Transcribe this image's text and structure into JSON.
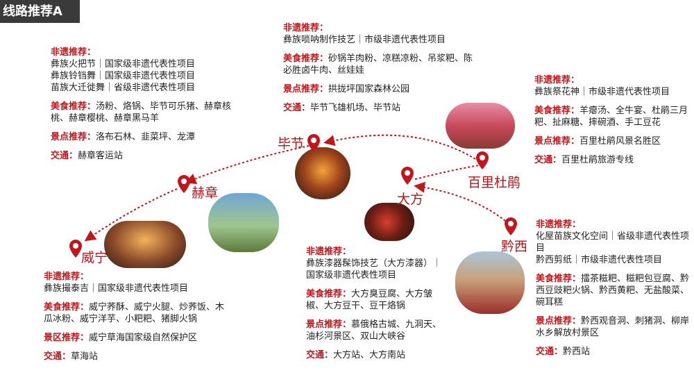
{
  "title": "线路推荐A",
  "colors": {
    "accent": "#c3161c",
    "title_bg": "#3a3a3a"
  },
  "labels": {
    "heritage": "非遗推荐：",
    "food": "美食推荐：",
    "scenic": "景点推荐：",
    "scenic_area": "景区推荐：",
    "transport": "交通："
  },
  "cities": {
    "hezhang": "赫章",
    "weining": "威宁",
    "bijie": "毕节",
    "dafang": "大方",
    "baili": "百里杜鹃",
    "qianxi": "黔西"
  },
  "hezhang": {
    "heritage": [
      "彝族火把节｜国家级非遗代表性项目",
      "彝族铃铛舞｜国家级非遗代表性项目",
      "苗族大迁徙舞｜省级非遗代表性项目"
    ],
    "food": "汤粉、烙锅、毕节可乐猪、赫章核桃、赫章樱桃、赫章黑马羊",
    "scenic": "洛布石林、韭菜坪、龙潭",
    "transport": "赫章客运站"
  },
  "weining": {
    "heritage": "彝族撮泰吉｜国家级非遗代表性项目",
    "food": "威宁荞酥、威宁火腿、炒荞饭、木瓜冰粉、威宁洋芋、小粑粑、猪脚火锅",
    "scenic": "威宁草海国家级自然保护区",
    "transport": "草海站"
  },
  "bijie": {
    "heritage": "彝族唢呐制作技艺｜市级非遗代表性项目",
    "food": "砂锅羊肉粉、凉糕凉粉、吊浆粑、陈必胜卤牛肉、丝娃娃",
    "scenic": "拱拢坪国家森林公园",
    "transport": "毕节飞雄机场、毕节站"
  },
  "dafang": {
    "heritage": "彝族漆器髹饰技艺（大方漆器）｜国家级非遗代表性项目",
    "food": "大方臭豆腐、大方皱椒、大方豆干、豆干烙锅",
    "scenic": "慕俄格古城、九洞天、油杉河景区、双山大峡谷",
    "transport": "大方站、大方南站"
  },
  "baili": {
    "heritage": "彝族祭花神｜市级非遗代表性项目",
    "food": "羊瘪汤、全牛宴、杜鹃三月粑、扯麻糖、摔碗酒、手工豆花",
    "scenic": "百里杜鹃风景名胜区",
    "transport": "百里杜鹃旅游专线"
  },
  "qianxi": {
    "heritage": [
      "化屋苗族文化空间｜省级非遗代表性项目",
      "黔西剪纸｜市级非遗代表性项目"
    ],
    "food": "擂茶糍粑、糍粑包豆腐、黔西豆豉粑火锅、黔西黄粑、无盐酸菜、碗耳糕",
    "scenic": "黔西观音洞、刺猪洞、柳岸水乡解放村景区",
    "transport": "黔西站"
  }
}
